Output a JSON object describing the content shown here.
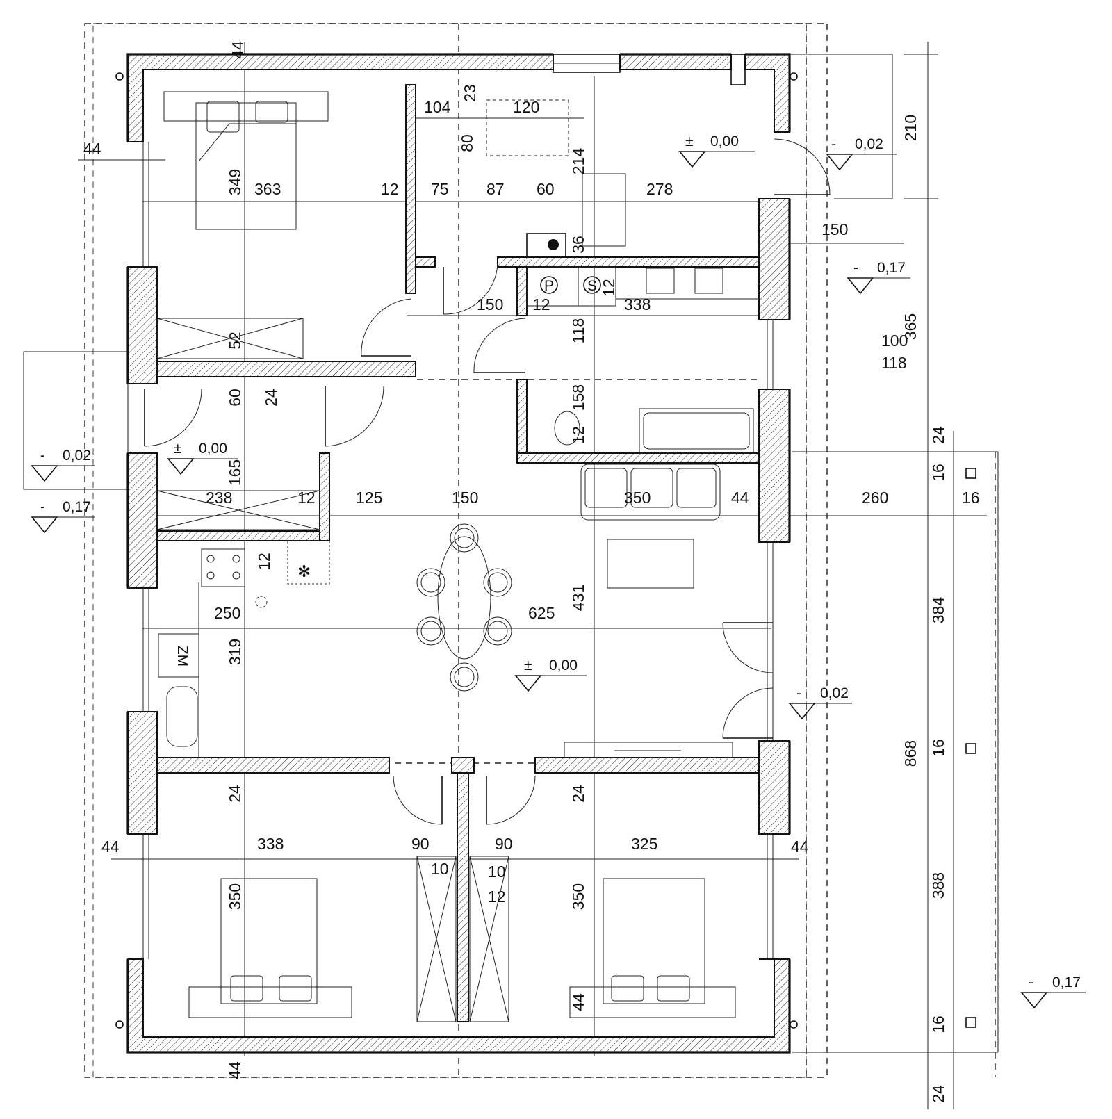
{
  "dimensions": {
    "outer_wall_top": "44",
    "outer_wall_left": "44",
    "room_nw_depth": "349",
    "room_nw_width": "363",
    "wall_nw": "12",
    "seg_75": "75",
    "seg_87": "87",
    "seg_60": "60",
    "seg_278": "278",
    "kitchen_104": "104",
    "kitchen_23": "23",
    "kitchen_120": "120",
    "kitchen_80": "80",
    "kitchen_214": "214",
    "flue_36": "36",
    "right_150": "150",
    "right_210": "210",
    "door_150": "150",
    "wall_12a": "12",
    "span_338": "338",
    "wall_12b": "12",
    "dim_118": "118",
    "closet_52": "52",
    "dim_24a": "24",
    "dim_60": "60",
    "bath_158": "158",
    "bath_12": "12",
    "entry_165": "165",
    "entry_238": "238",
    "entry_12": "12",
    "hall_125": "125",
    "hall_150": "150",
    "living_350": "350",
    "wall_44": "44",
    "terrace_260": "260",
    "terrace_16": "16",
    "side_365": "365",
    "side_100": "100",
    "side_118": "118",
    "terrace_24_top": "24",
    "terrace_16_top": "16",
    "kitchen_12": "12",
    "living_431": "431",
    "kitchen_250": "250",
    "living_625": "625",
    "kitchen_319": "319",
    "side_384": "384",
    "side_868": "868",
    "terrace_16_mid": "16",
    "bed_24_left": "24",
    "bed_24_right": "24",
    "bot_44_left": "44",
    "bed_338": "338",
    "closet_90_left": "90",
    "closet_90_right": "90",
    "bed_325": "325",
    "bot_44_right": "44",
    "closet_10_left": "10",
    "closet_10_right": "10",
    "closet_12": "12",
    "bed_350_left": "350",
    "bed_350_right": "350",
    "side_388": "388",
    "bed_44_bottom": "44",
    "terrace_16_bot": "16",
    "bottom_44": "44",
    "bottom_24": "24"
  },
  "levels": {
    "kitchen": {
      "sign": "±",
      "value": "0,00"
    },
    "entrance_right": {
      "sign": "-",
      "value": "0,02"
    },
    "right_outside": {
      "sign": "-",
      "value": "0,17"
    },
    "entry_hall": {
      "sign": "±",
      "value": "0,00"
    },
    "left_door": {
      "sign": "-",
      "value": "0,02"
    },
    "left_outside": {
      "sign": "-",
      "value": "0,17"
    },
    "living": {
      "sign": "±",
      "value": "0,00"
    },
    "terrace_door": {
      "sign": "-",
      "value": "0,02"
    },
    "terrace_outside": {
      "sign": "-",
      "value": "0,17"
    }
  },
  "symbols": {
    "boiler_p": "P",
    "boiler_s": "S",
    "fridge_zm": "ZM"
  }
}
